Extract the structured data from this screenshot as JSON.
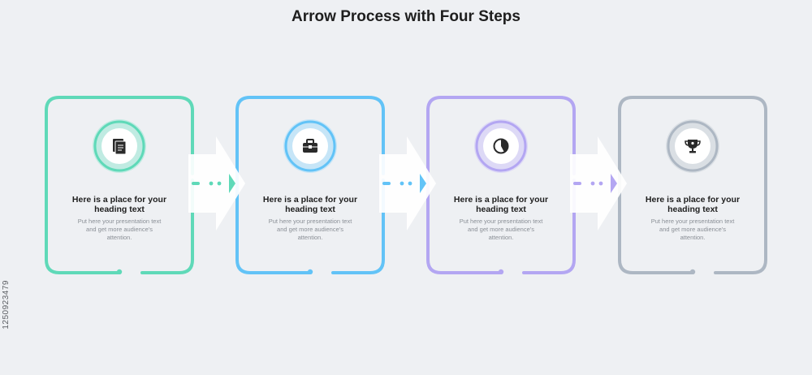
{
  "title": "Arrow Process with Four Steps",
  "side_id": "1250923479",
  "steps": [
    {
      "color": "#5fd9b8",
      "icon": "document-icon",
      "heading": "Here is a place for your\nheading text",
      "body": "Put here your presentation text\nand get more audience's\nattention."
    },
    {
      "color": "#62c3f7",
      "icon": "briefcase-icon",
      "heading": "Here is a place for your\nheading text",
      "body": "Put here your presentation text\nand get more audience's\nattention."
    },
    {
      "color": "#b3a6f2",
      "icon": "pie-chart-icon",
      "heading": "Here is a place for your\nheading text",
      "body": "Put here your presentation text\nand get more audience's\nattention."
    },
    {
      "color": "#adb7c3",
      "icon": "trophy-icon",
      "heading": "Here is a place for your\nheading text",
      "body": "Put here your presentation text\nand get more audience's\nattention."
    }
  ]
}
